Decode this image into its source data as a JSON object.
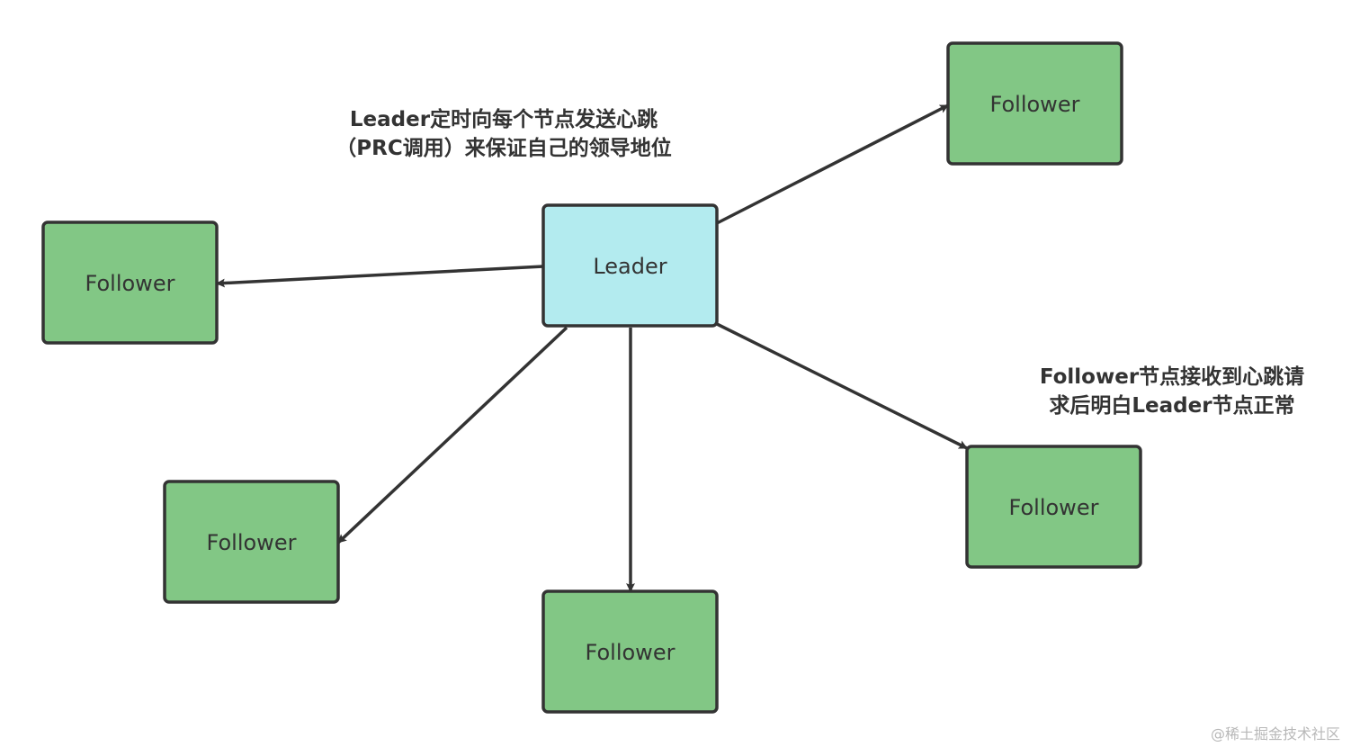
{
  "colors": {
    "leader_fill": "#b3ebef",
    "follower_fill": "#82c785",
    "stroke": "#333333",
    "text": "#333333"
  },
  "nodes": [
    {
      "id": "leader",
      "label": "Leader",
      "role": "leader"
    },
    {
      "id": "follower-top-right",
      "label": "Follower",
      "role": "follower"
    },
    {
      "id": "follower-left",
      "label": "Follower",
      "role": "follower"
    },
    {
      "id": "follower-bottom-left",
      "label": "Follower",
      "role": "follower"
    },
    {
      "id": "follower-bottom",
      "label": "Follower",
      "role": "follower"
    },
    {
      "id": "follower-right",
      "label": "Follower",
      "role": "follower"
    }
  ],
  "edges": [
    {
      "from": "leader",
      "to": "follower-top-right"
    },
    {
      "from": "leader",
      "to": "follower-left"
    },
    {
      "from": "leader",
      "to": "follower-bottom-left"
    },
    {
      "from": "leader",
      "to": "follower-bottom"
    },
    {
      "from": "leader",
      "to": "follower-right"
    }
  ],
  "annotations": {
    "leader_heartbeat": {
      "line1": "Leader定时向每个节点发送心跳",
      "line2": "（PRC调用）来保证自己的领导地位"
    },
    "follower_receive": {
      "line1": "Follower节点接收到心跳请",
      "line2": "求后明白Leader节点正常"
    }
  },
  "watermark": "@稀土掘金技术社区"
}
